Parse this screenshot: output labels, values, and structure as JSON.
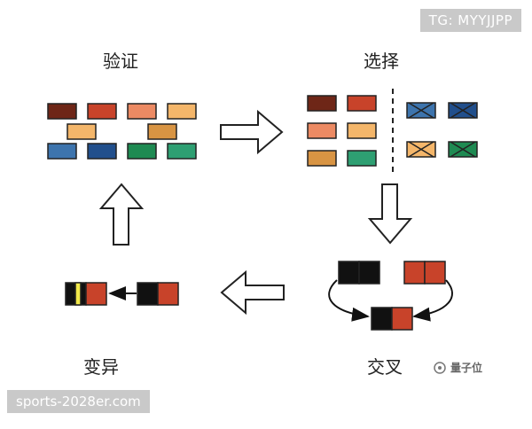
{
  "labels": {
    "verify": "验证",
    "select": "选择",
    "mutate": "变异",
    "crossover": "交叉"
  },
  "watermarks": {
    "tg": "TG: MYYJJPP",
    "site": "sports-2028er.com",
    "brand": "量子位"
  },
  "colors": {
    "dark_red": "#6e2617",
    "red": "#c8432a",
    "salmon": "#ec8a63",
    "light_orange": "#f4b66a",
    "orange": "#d89443",
    "blue": "#3d74ad",
    "navy": "#214f8c",
    "green": "#1e8a52",
    "teal_green": "#2e9f72",
    "black": "#111111",
    "yellow": "#f2e94a",
    "outline": "#222222"
  }
}
